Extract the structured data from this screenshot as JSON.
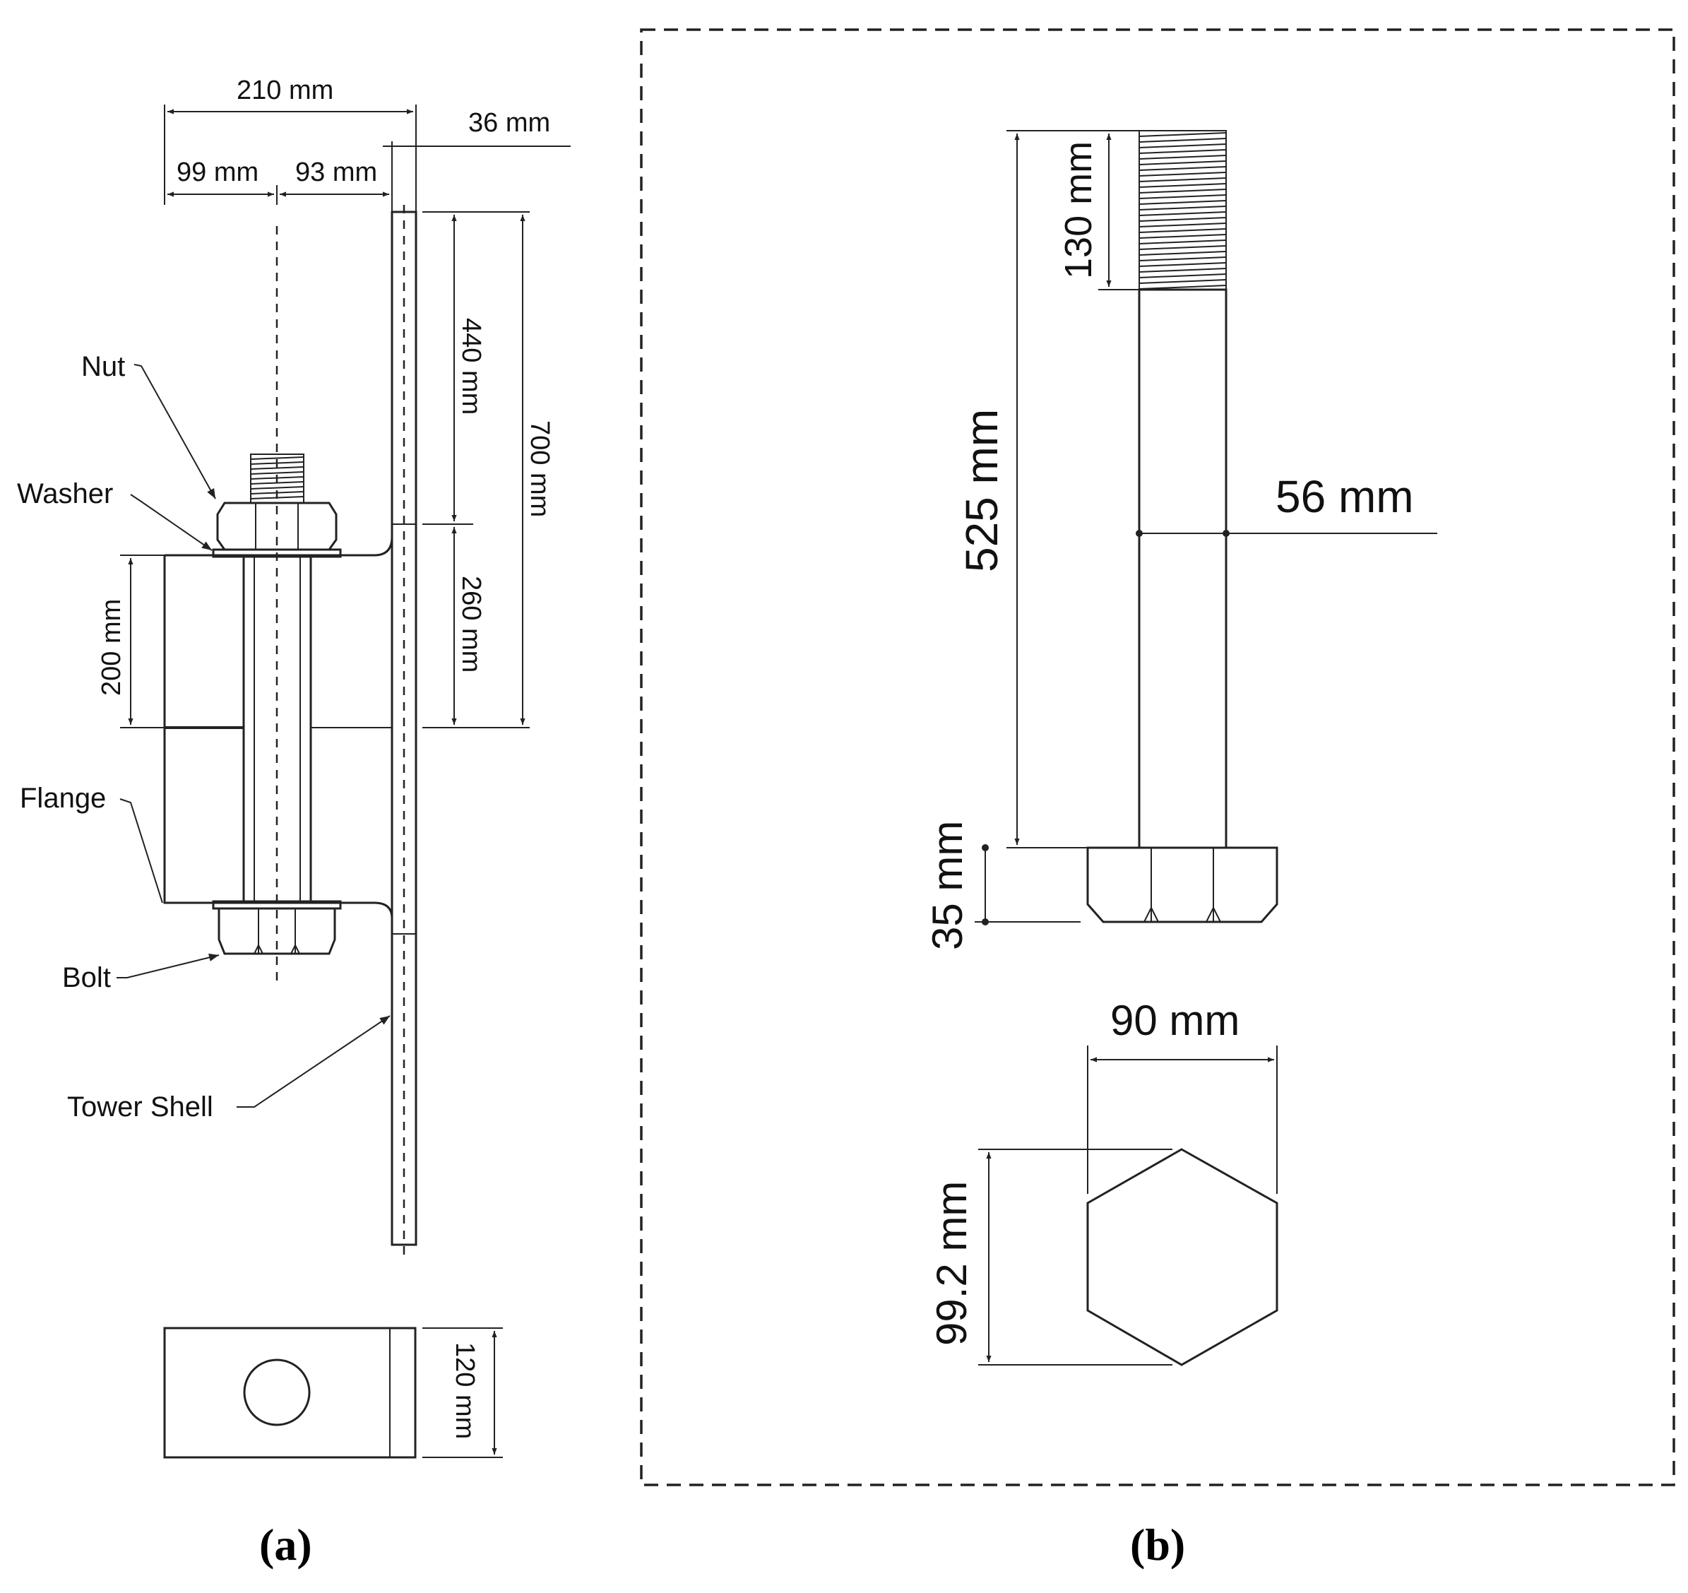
{
  "panel_a": {
    "labels": {
      "nut": "Nut",
      "washer": "Washer",
      "flange": "Flange",
      "bolt": "Bolt",
      "tower_shell": "Tower Shell"
    },
    "dimensions": {
      "d210": "210 mm",
      "d36": "36 mm",
      "d99": "99 mm",
      "d93": "93 mm",
      "d440": "440 mm",
      "d700": "700 mm",
      "d260": "260 mm",
      "d200": "200 mm",
      "d120": "120 mm"
    },
    "caption": "(a)"
  },
  "panel_b": {
    "dimensions": {
      "d130": "130 mm",
      "d525": "525 mm",
      "d56": "56 mm",
      "d35": "35 mm",
      "d90": "90 mm",
      "d99_2": "99.2 mm"
    },
    "caption": "(b)"
  }
}
